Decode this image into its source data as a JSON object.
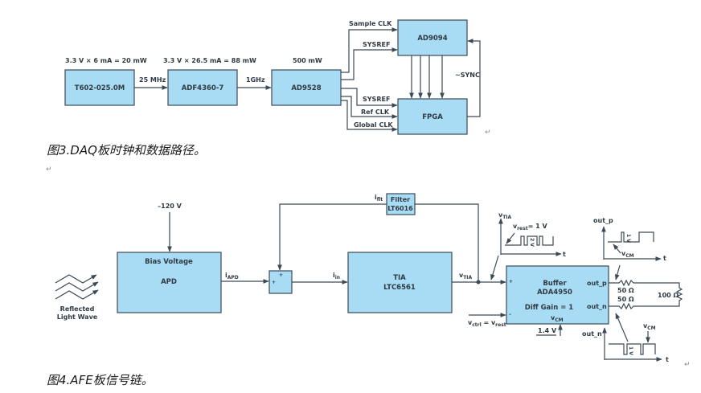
{
  "figure3": {
    "caption": "图3.DAQ板时钟和数据路径。",
    "blocks": {
      "osc": "T602-025.0M",
      "pll": "ADF4360-7",
      "clk": "AD9528",
      "adc": "AD9094",
      "fpga": "FPGA"
    },
    "power": {
      "osc": "3.3 V × 6 mA = 20 mW",
      "pll": "3.3 V × 26.5 mA = 88 mW",
      "clk": "500 mW"
    },
    "signals": {
      "osc_to_pll": "25 MHz",
      "pll_to_clk": "1GHz",
      "sample_clk": "Sample CLK",
      "sysref_adc": "SYSREF",
      "sysref_fpga": "SYSREF",
      "ref_clk": "Ref CLK",
      "global_clk": "Global CLK",
      "sync": "~SYNC"
    }
  },
  "figure4": {
    "caption": "图4.AFE板信号链。",
    "light_label_1": "Reflected",
    "light_label_2": "Light Wave",
    "bias_voltage": "–120 V",
    "apd": {
      "title": "Bias Voltage",
      "name": "APD"
    },
    "i_apd": {
      "main": "i",
      "sub": "APD"
    },
    "i_flt": {
      "main": "i",
      "sub": "flt"
    },
    "i_in": {
      "main": "i",
      "sub": "in"
    },
    "sum_plus": "+",
    "filter": {
      "title": "Filter",
      "part": "LT6016"
    },
    "tia": {
      "title": "TIA",
      "part": "LTC6561"
    },
    "v_tia": {
      "main": "v",
      "sub": "TIA"
    },
    "buffer": {
      "title": "Buffer",
      "part": "ADA4950",
      "gain": "Diff Gain = 1",
      "vcm": {
        "main": "v",
        "sub": "CM"
      },
      "out_p": "out_p",
      "out_n": "out_n",
      "plus": "+",
      "minus": "–"
    },
    "v_ctrl": "1.4 V",
    "v_ref_label": {
      "a": "v",
      "a_sub": "ctrl",
      "eq": " = ",
      "b": "v",
      "b_sub": "rest"
    },
    "tia_wave": {
      "axis": "v",
      "axis_sub": "TIA",
      "t": "t",
      "rest": "v",
      "rest_sub": "rest",
      "rest_val": "= 1 V",
      "amp": "2 V"
    },
    "outp_wave": {
      "axis": "out_p",
      "t": "t",
      "vcm": "v",
      "vcm_sub": "CM",
      "amp": "1 V"
    },
    "outn_wave": {
      "axis": "out_n",
      "t": "t",
      "vcm": "v",
      "vcm_sub": "CM",
      "amp": "1 V"
    },
    "res_p": "50 Ω",
    "res_n": "50 Ω",
    "res_load": "100 Ω"
  },
  "para_mark": "↵"
}
